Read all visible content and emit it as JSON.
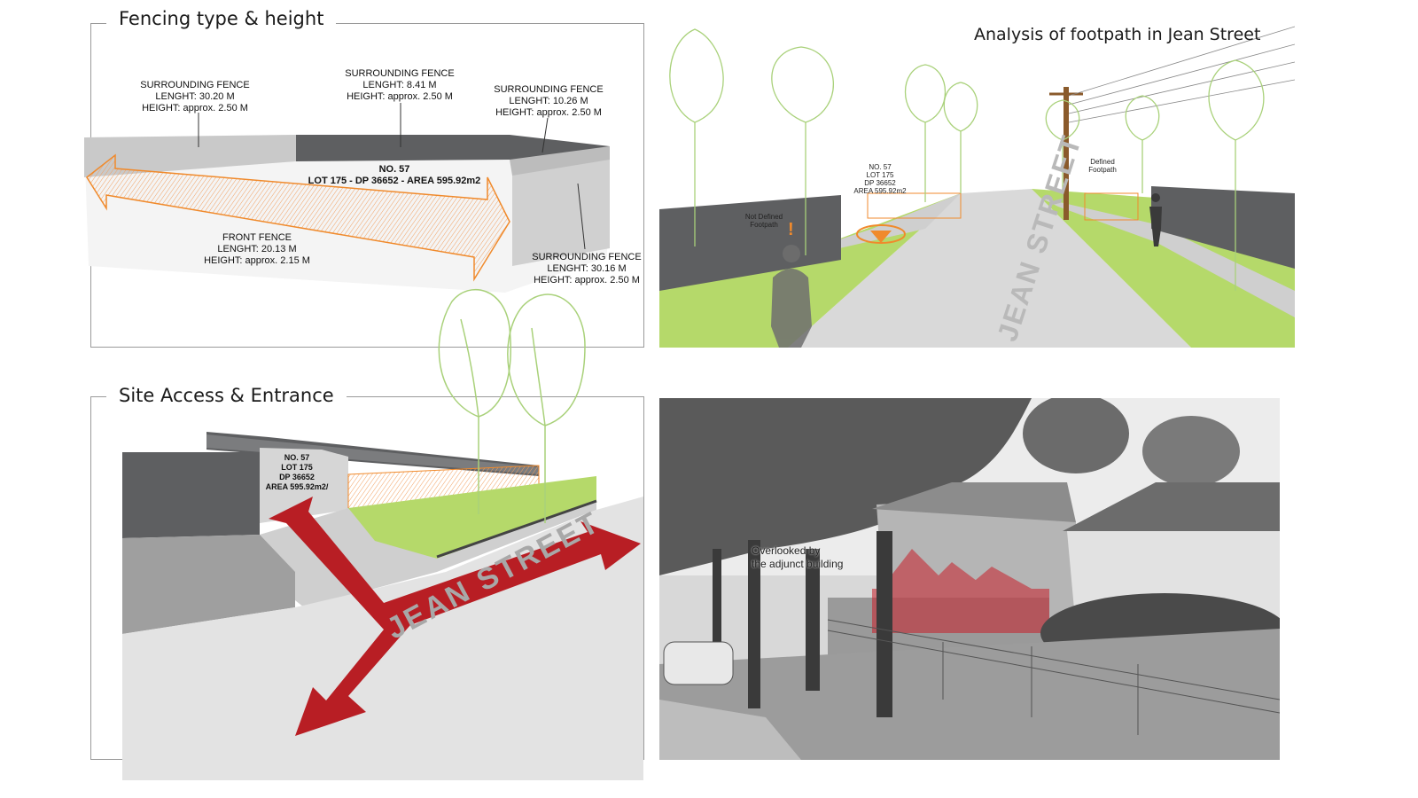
{
  "panels": {
    "fencing": {
      "title": "Fencing type & height",
      "labels": {
        "left_surround": [
          "SURROUNDING FENCE",
          "LENGHT: 30.20 M",
          "HEIGHT: approx. 2.50 M"
        ],
        "mid_surround": [
          "SURROUNDING FENCE",
          "LENGHT: 8.41 M",
          "HEIGHT: approx. 2.50 M"
        ],
        "right_surround": [
          "SURROUNDING FENCE",
          "LENGHT: 10.26 M",
          "HEIGHT: approx. 2.50 M"
        ],
        "lot": [
          "NO. 57",
          "LOT 175 - DP 36652  -  AREA 595.92m2"
        ],
        "front": [
          "FRONT FENCE",
          "LENGHT: 20.13 M",
          "HEIGHT: approx. 2.15 M"
        ],
        "side_surround": [
          "SURROUNDING FENCE",
          "LENGHT: 30.16 M",
          "HEIGHT: approx. 2.50 M"
        ]
      }
    },
    "footpath": {
      "title": "Analysis of footpath in Jean Street",
      "labels": {
        "lot": [
          "NO. 57",
          "LOT 175",
          "DP 36652",
          "AREA 595.92m2"
        ],
        "not_defined": [
          "Not Defined",
          "Footpath"
        ],
        "defined": [
          "Defined",
          "Footpath"
        ],
        "exclamation": "!",
        "street": "JEAN STREET"
      }
    },
    "access": {
      "title": "Site Access & Entrance",
      "labels": {
        "lot": [
          "NO. 57",
          "LOT 175",
          "DP 36652",
          "AREA 595.92m2/"
        ],
        "street": "JEAN STREET"
      }
    },
    "photo": {
      "labels": {
        "overlooked": [
          "Overlooked by",
          "the adjunct building"
        ]
      }
    }
  },
  "colors": {
    "dark_fence": "#5e5f61",
    "light_fence": "#c8c8c8",
    "grass": "#b5d96a",
    "road": "#d6d6d6",
    "orange": "#f08a2c",
    "red_arrow": "#b81e24",
    "tree_line": "#a9d17a"
  }
}
